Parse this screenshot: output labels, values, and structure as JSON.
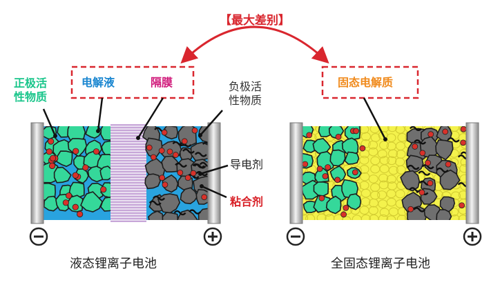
{
  "header": {
    "title": "【最大差别】"
  },
  "liquid_battery": {
    "caption": "液态锂离子电池",
    "labels": {
      "cathode_material": "正极活\n性物质",
      "electrolyte": "电解液",
      "separator": "隔膜",
      "anode_material": "负极活\n性物质",
      "conductive_agent": "导电剂",
      "binder": "粘合剂"
    },
    "terminals": {
      "negative": "−",
      "positive": "+"
    }
  },
  "solid_battery": {
    "caption": "全固态锂离子电池",
    "labels": {
      "solid_electrolyte": "固态电解质"
    },
    "terminals": {
      "negative": "−",
      "positive": "+"
    }
  },
  "colors": {
    "cathode_green": "#35d89a",
    "anode_gray": "#6f6f6f",
    "liquid_blue": "#29a3df",
    "separator_stripe": "#c7a6d8",
    "solid_yellow": "#f4f24c",
    "collector_gray": "#a8a8a8",
    "particle_red": "#d8322a",
    "dash_red": "#d9262e",
    "text_cathode": "#18c58a",
    "text_electrolyte": "#1a86d0",
    "text_separator": "#d0197a",
    "text_binder": "#d81f26",
    "text_solid": "#f08a1c"
  }
}
